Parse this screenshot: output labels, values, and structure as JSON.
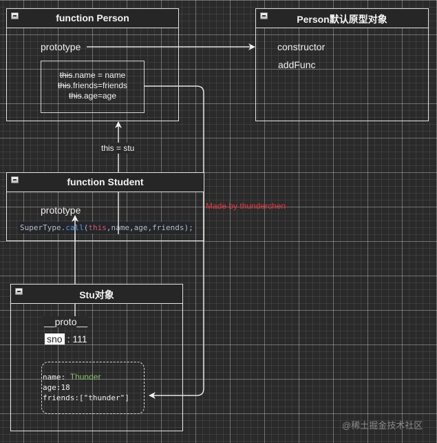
{
  "diagram": {
    "person_function": {
      "title": "function Person",
      "prototype_label": "prototype",
      "body_lines": [
        {
          "keyword": "this",
          "rest": ".name = name"
        },
        {
          "keyword": "this",
          "rest": ".friends=friends"
        },
        {
          "keyword": "this",
          "rest": ".age=age"
        }
      ]
    },
    "person_prototype": {
      "title": "Person默认原型对象",
      "items": [
        "constructor",
        "addFunc"
      ]
    },
    "this_label": "this = stu",
    "student_function": {
      "title": "function Student",
      "prototype_label": "prototype",
      "code": {
        "obj": "SuperType",
        "dot": ".",
        "method": "call",
        "open": "(",
        "this": "this",
        "args": ",name,age,friends);"
      }
    },
    "watermark_author": "Made by thunderchen",
    "stu_object": {
      "title": "Stu对象",
      "proto_label": "__proto__",
      "sno_key": "sno",
      "sno_value": ": 111",
      "fields": {
        "name_key": "name:",
        "name_value": "Thunder",
        "age_line": "age:18",
        "friends_line": "friends:[\"thunder\"]"
      }
    },
    "footer_watermark": "@稀土掘金技术社区"
  },
  "colors": {
    "background": "#2a2a2a",
    "stroke": "#e6e6e6",
    "author_red": "#e8323c",
    "name_green": "#8fbf6a"
  }
}
